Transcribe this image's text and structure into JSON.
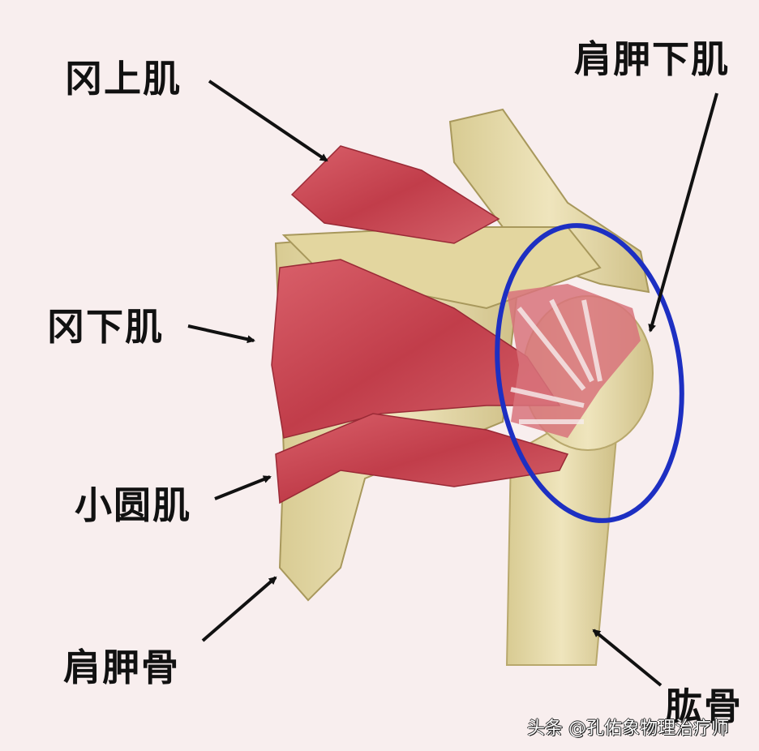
{
  "labels": {
    "supraspinatus": "冈上肌",
    "subscapularis": "肩胛下肌",
    "infraspinatus": "冈下肌",
    "teres_minor": "小圆肌",
    "scapula": "肩胛骨",
    "humerus": "肱骨"
  },
  "watermark": "头条 @孔佑象物理治疗师",
  "colors": {
    "background": "#f8eeee",
    "muscle": "#c9434f",
    "bone": "#e6dba8",
    "highlight_ellipse": "#1d2fc2",
    "arrow": "#111111"
  }
}
